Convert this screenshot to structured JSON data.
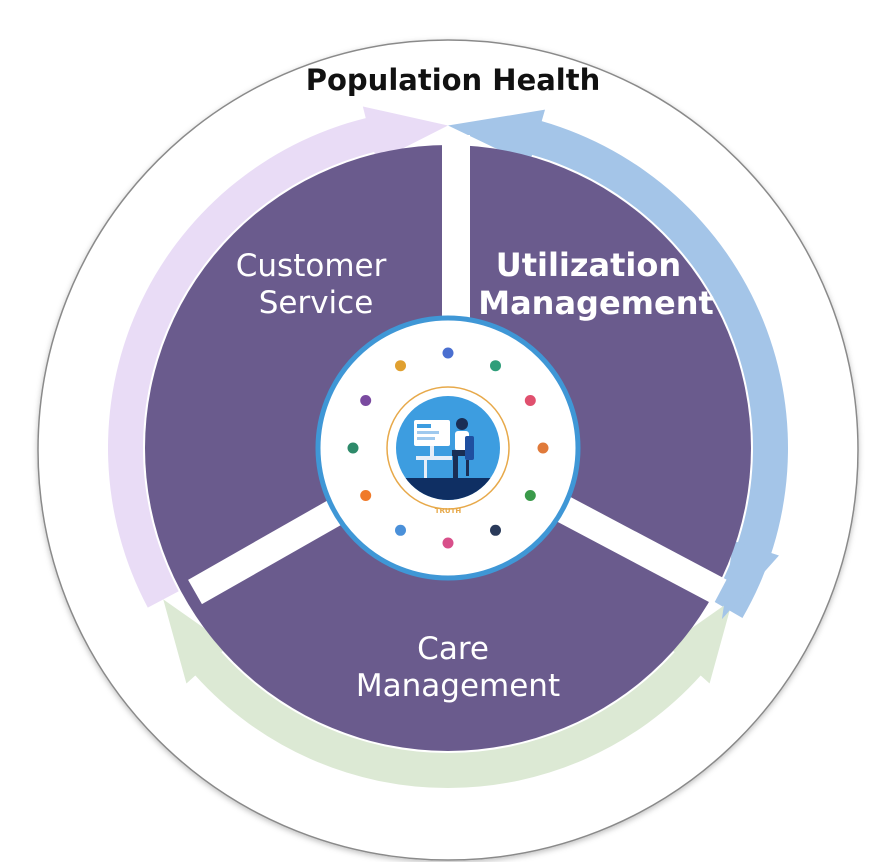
{
  "diagram": {
    "title": "Population Health",
    "segments": [
      {
        "id": "customer-service",
        "lines": [
          "Customer",
          "Service"
        ],
        "bold": false
      },
      {
        "id": "utilization-management",
        "lines": [
          "Utilization",
          "Management"
        ],
        "bold": true
      },
      {
        "id": "care-management",
        "lines": [
          "Care",
          "Management"
        ],
        "bold": false
      }
    ],
    "hub": {
      "badge": "TRUTH"
    },
    "icons": [
      "ribbon-icon",
      "chart-icon",
      "heart-icon",
      "search-icon",
      "cart-icon",
      "lightning-icon",
      "sparkle-icon",
      "m-logo-icon",
      "chat-icon",
      "mountain-icon",
      "document-icon",
      "people-icon"
    ],
    "colors": {
      "segment": "#6a5b8d",
      "arrow_customer_service": "#e9dcf6",
      "arrow_utilization": "#a4c5e8",
      "arrow_care": "#dce9d4",
      "hub_ring": "#3f97d6",
      "accent_ring": "#e7a94a"
    }
  }
}
